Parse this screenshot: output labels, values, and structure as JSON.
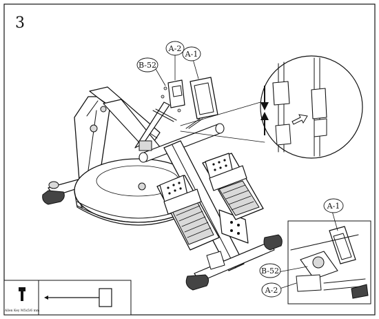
{
  "step": {
    "number": "3"
  },
  "labels": {
    "b52_top": "B-52",
    "a2_top": "A-2",
    "a1_top": "A-1",
    "a1_inset": "A-1",
    "b52_inset": "B-52",
    "a2_inset": "A-2"
  },
  "hardware_key": {
    "tool_caption": "Allen Key M5x5/6 mm"
  }
}
